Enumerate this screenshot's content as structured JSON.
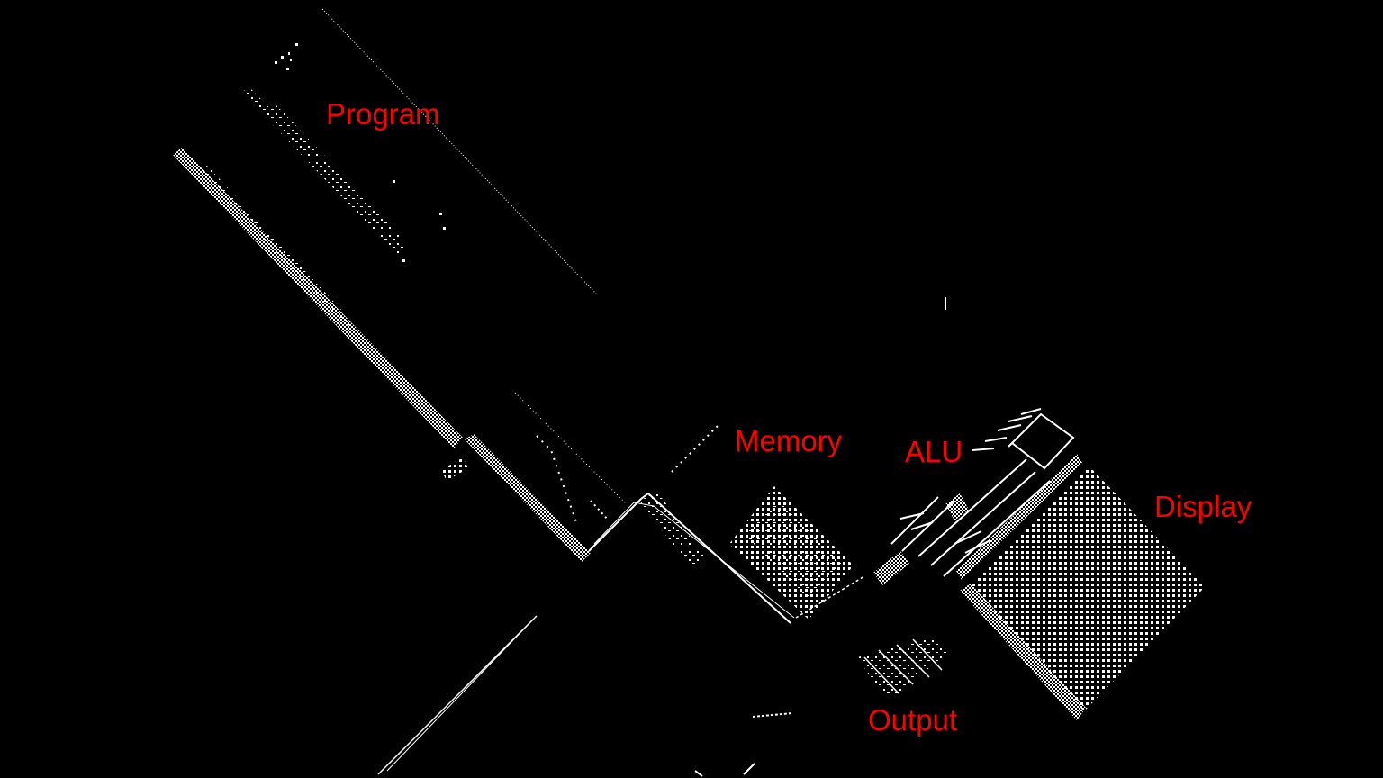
{
  "colors": {
    "background": "#000000",
    "circuit": "#ffffff",
    "label": "#ff0000"
  },
  "labels": {
    "program": "Program",
    "memory": "Memory",
    "alu": "ALU",
    "display": "Display",
    "output": "Output"
  }
}
